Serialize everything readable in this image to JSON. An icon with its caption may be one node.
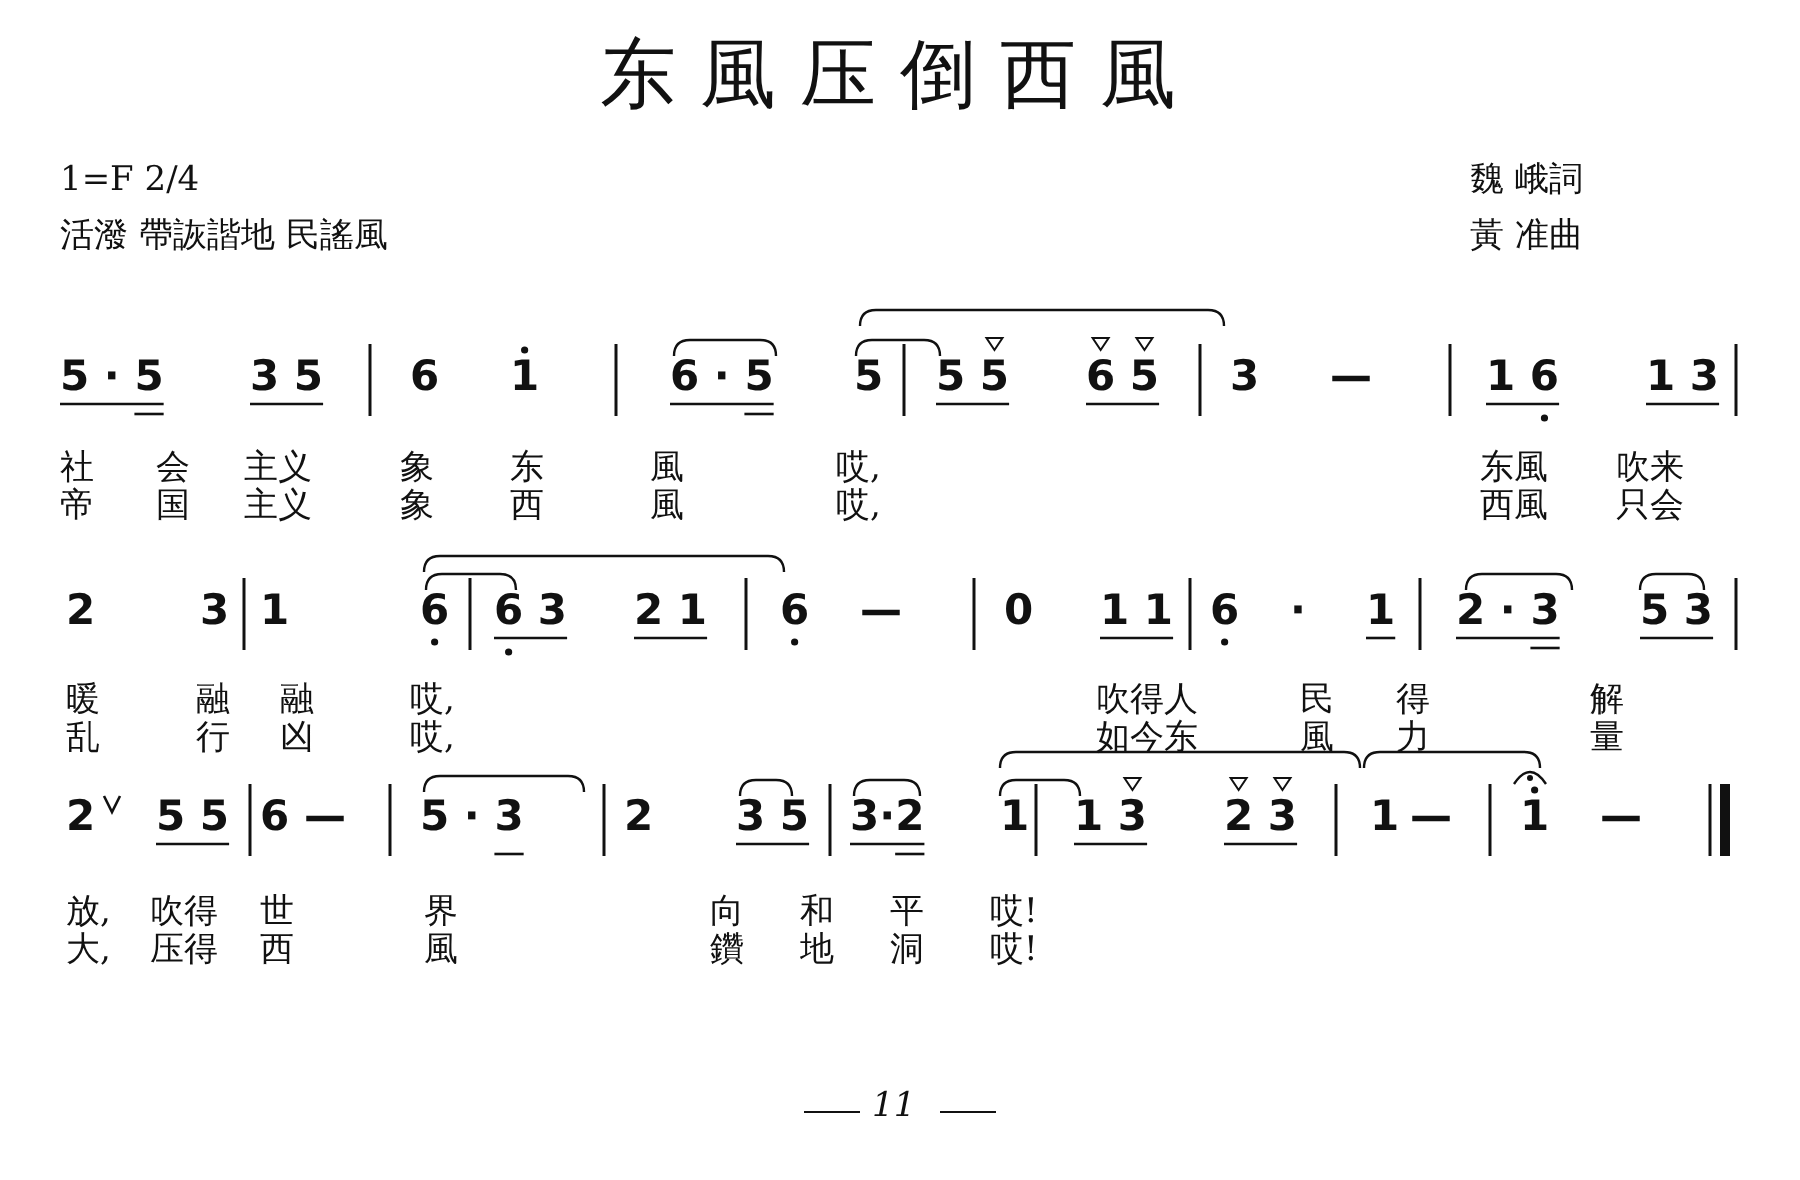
{
  "diagram": {
    "title": "东風压倒西風",
    "labels": [
      "1=F 2/4",
      "活潑 帶詼諧地 民謠風",
      "魏 峨詞",
      "黃 准曲",
      "5 · 5",
      "3 5",
      "6",
      "1",
      "6 · 5",
      "5",
      "5 5",
      "6 5",
      "3",
      "—",
      "1 6",
      "1 3",
      "社",
      "会",
      "主义",
      "象",
      "东",
      "風",
      "哎,",
      "东風",
      "吹来",
      "帝",
      "国",
      "主义",
      "象",
      "西",
      "風",
      "哎,",
      "西風",
      "只会",
      "2",
      "3",
      "1",
      "6",
      "6 3",
      "2 1",
      "6",
      "—",
      "0",
      "1 1",
      "6",
      "·",
      "1",
      "2 · 3",
      "5 3",
      "暖",
      "融",
      "融",
      "哎,",
      "吹得人",
      "民",
      "得",
      "解",
      "乱",
      "行",
      "凶",
      "哎,",
      "如今东",
      "風",
      "力",
      "量",
      "2",
      "5 5",
      "6",
      "—",
      "5 · 3",
      "2",
      "3 5",
      "3·2",
      "1",
      "1 3",
      "2 3",
      "1",
      "—",
      "1",
      "—",
      "放,",
      "吹得",
      "世",
      "界",
      "向",
      "和",
      "平",
      "哎!",
      "大,",
      "压得",
      "西",
      "風",
      "鑽",
      "地",
      "洞",
      "哎!",
      "11"
    ]
  }
}
